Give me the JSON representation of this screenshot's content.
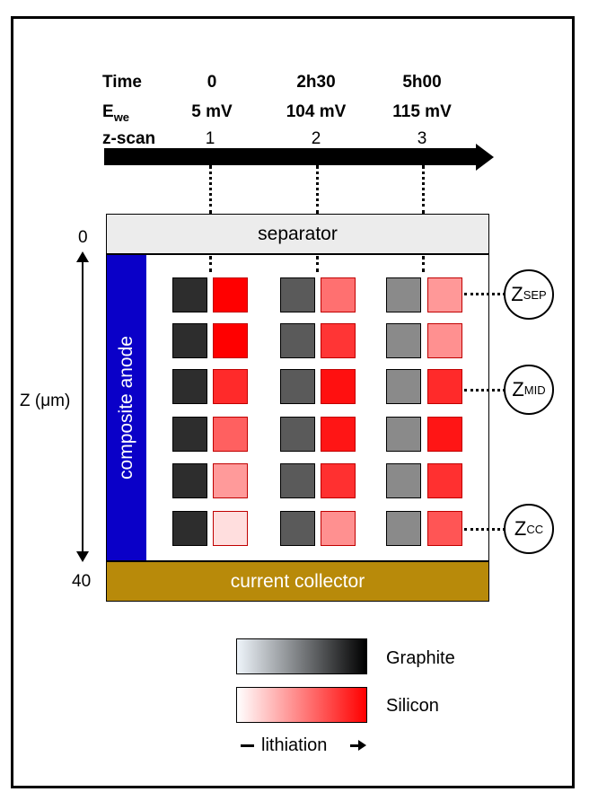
{
  "header": {
    "row_labels": {
      "time": "Time",
      "ewe_main": "E",
      "ewe_sub": "we",
      "zscan": "z-scan"
    },
    "scans": [
      {
        "time": "0",
        "voltage": "5 mV",
        "scan": "1"
      },
      {
        "time": "2h30",
        "voltage": "104 mV",
        "scan": "2"
      },
      {
        "time": "5h00",
        "voltage": "115 mV",
        "scan": "3"
      }
    ]
  },
  "cell": {
    "separator": "separator",
    "anode": "composite anode",
    "collector": "current collector"
  },
  "z_axis": {
    "label": "Z (μm)",
    "top": "0",
    "bottom": "40"
  },
  "markers": [
    {
      "main": "Z",
      "sub": "SEP"
    },
    {
      "main": "Z",
      "sub": "MID"
    },
    {
      "main": "Z",
      "sub": "CC"
    }
  ],
  "colors": {
    "anode": "#0a00c8",
    "separator": "#ececec",
    "collector": "#b88a0a",
    "scan_graphite": [
      "#2d2d2d",
      "#5a5a5a",
      "#8a8a8a"
    ],
    "scan_silicon_rows": [
      [
        "#ff0000",
        "#ff7070",
        "#ff9898"
      ],
      [
        "#ff0000",
        "#ff3535",
        "#ff9090"
      ],
      [
        "#ff2a2a",
        "#ff1010",
        "#ff2a2a"
      ],
      [
        "#ff6060",
        "#ff1515",
        "#ff1515"
      ],
      [
        "#ff9a9a",
        "#ff3030",
        "#ff3030"
      ],
      [
        "#ffdede",
        "#ff9090",
        "#ff5555"
      ]
    ]
  },
  "legend": {
    "graphite": "Graphite",
    "silicon": "Silicon",
    "lithiation": "lithiation",
    "graphite_gradient": [
      "#eef4fa",
      "#000000"
    ],
    "silicon_gradient": [
      "#ffffff",
      "#ff0000"
    ]
  }
}
